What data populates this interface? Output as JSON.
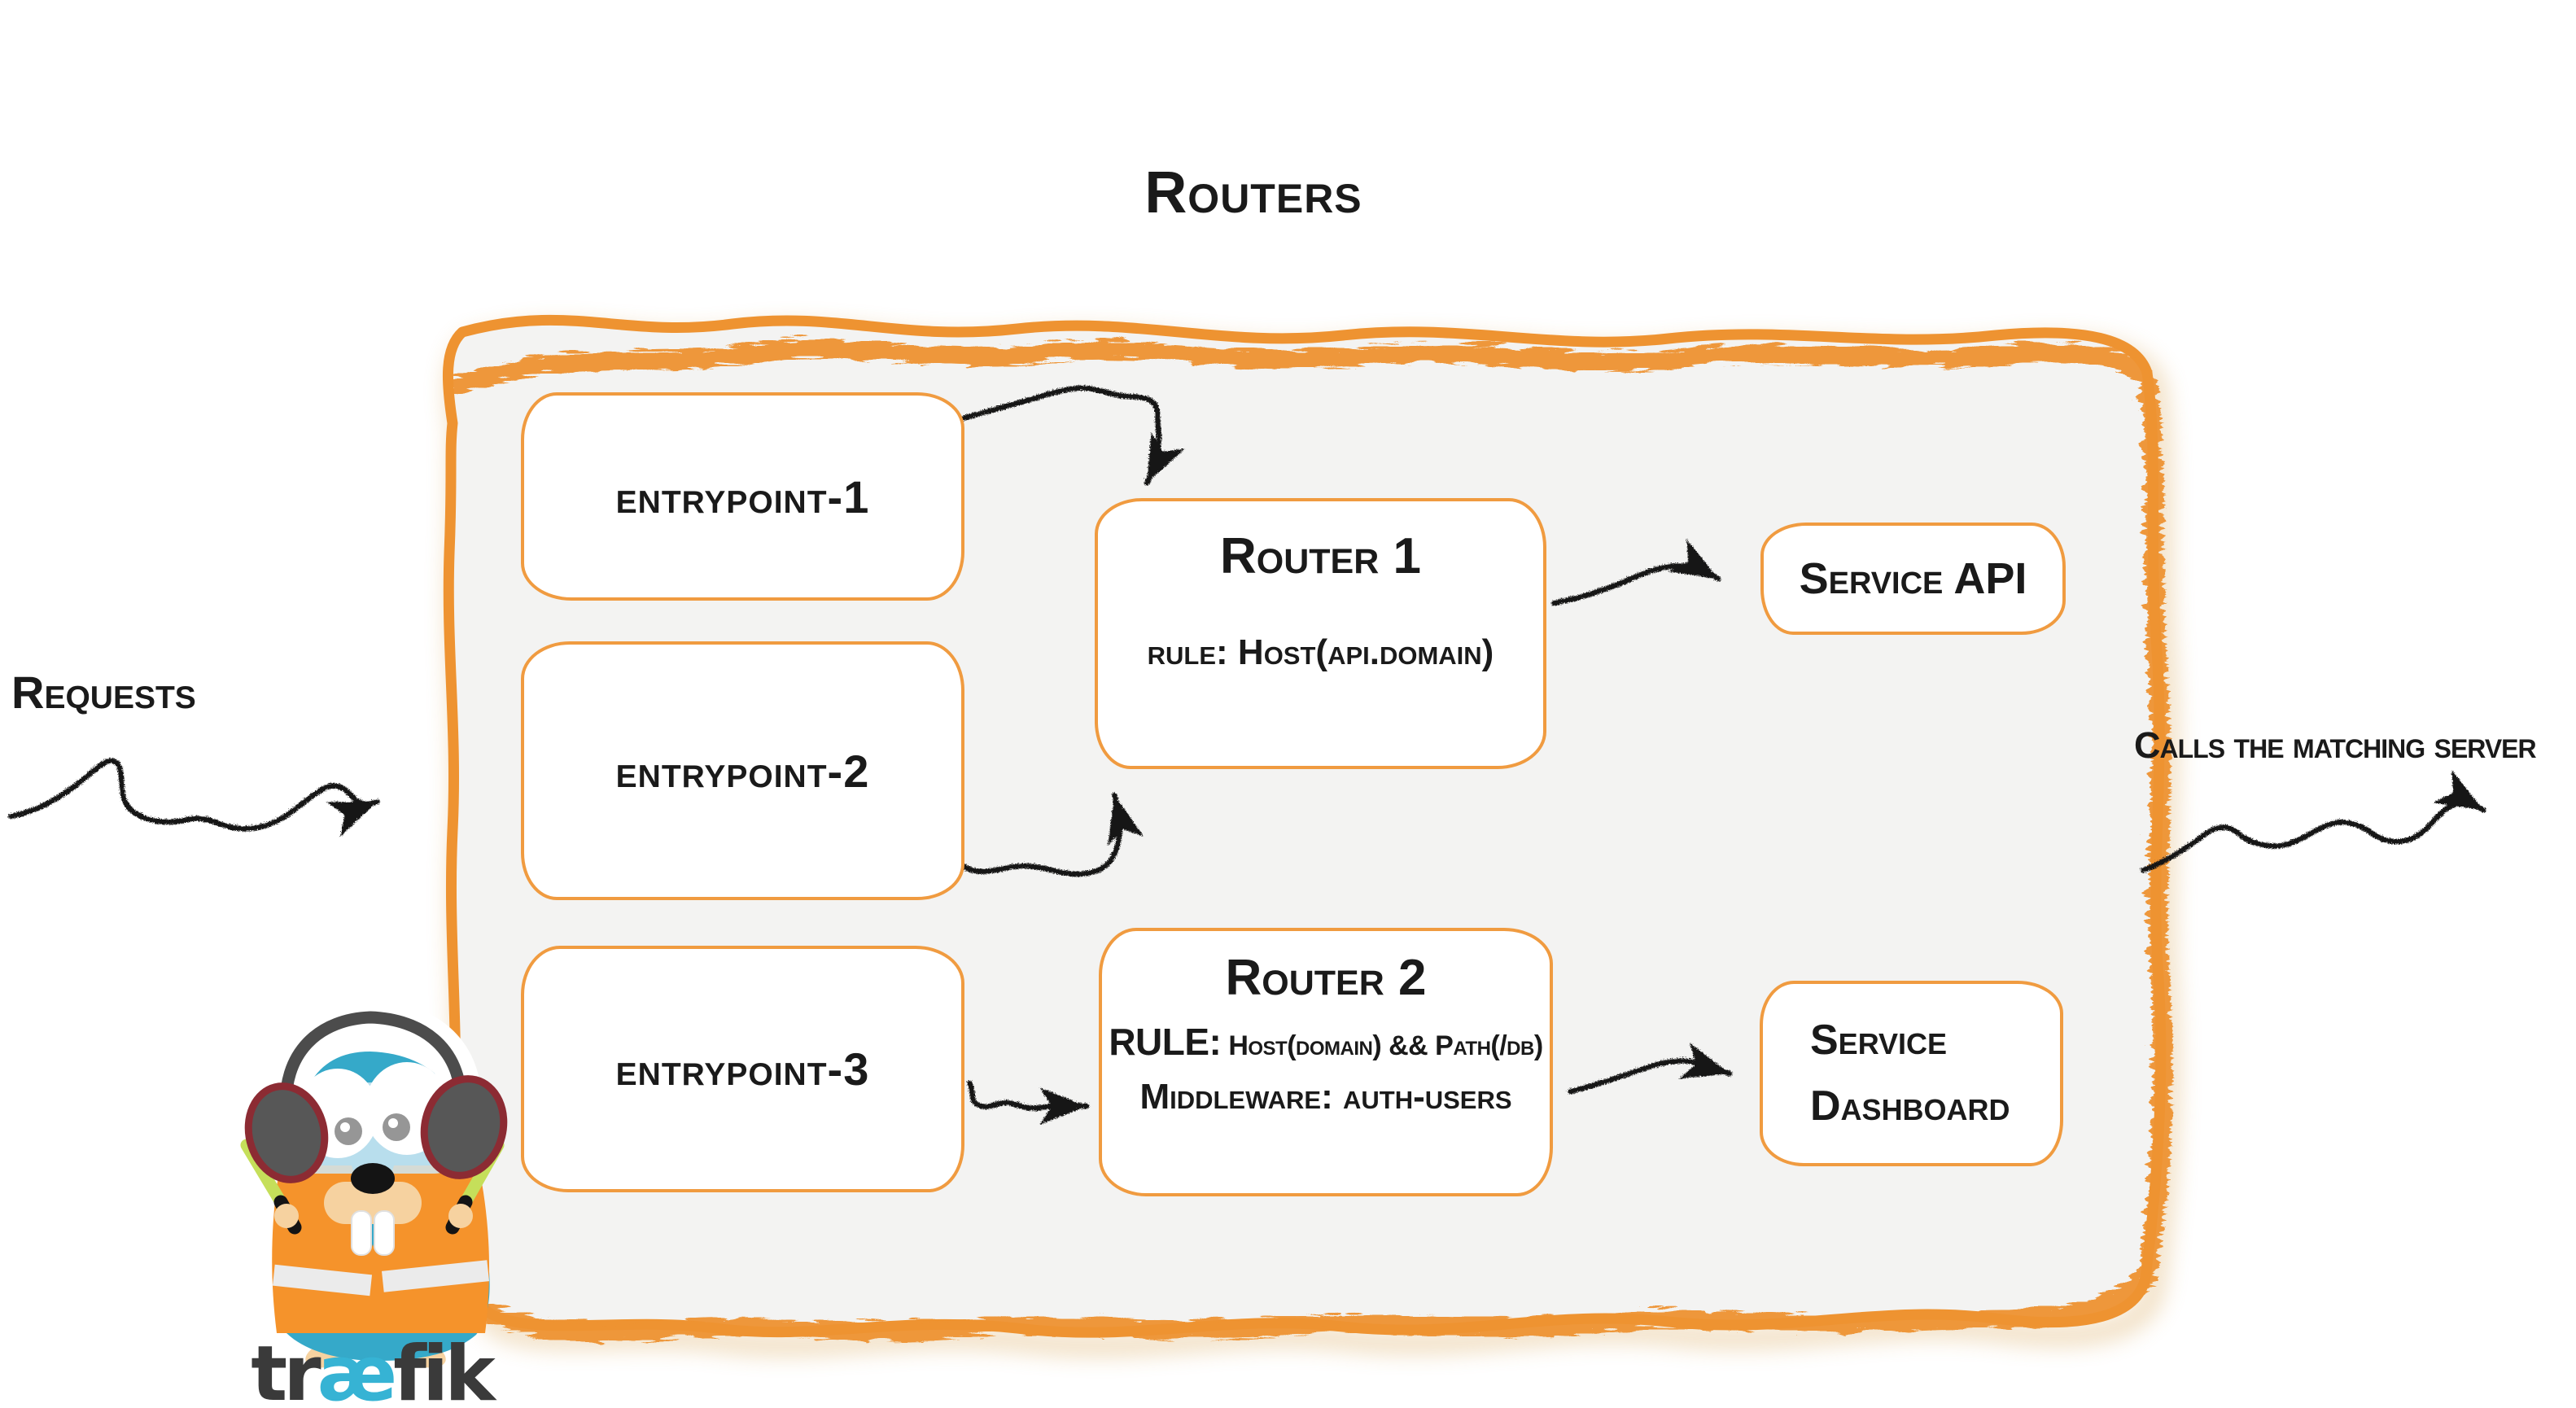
{
  "title": "Routers",
  "annotations": {
    "requests": "Requests",
    "calls": "Calls the matching server"
  },
  "entrypoints": [
    {
      "label": "entrypoint-1"
    },
    {
      "label": "entrypoint-2"
    },
    {
      "label": "entrypoint-3"
    }
  ],
  "routers": [
    {
      "title": "Router 1",
      "rule": "rule: Host(api.domain)"
    },
    {
      "title": "Router 2",
      "rule_label": "RULE:",
      "rule_value": "Host(domain) && Path(/db)",
      "middleware": "Middleware: auth-users"
    }
  ],
  "services": [
    {
      "label": "Service API"
    },
    {
      "lines": [
        "Service",
        "Dashboard"
      ]
    }
  ],
  "logo": {
    "parts": [
      "tr",
      "æ",
      "fik"
    ]
  },
  "colors": {
    "frame_orange": "#ee9331",
    "box_border": "#f09b40",
    "panel_fill": "#f3f3f2",
    "ink": "#1a1a1a",
    "gopher_teal": "#35a9c9",
    "vest_orange": "#f5932b",
    "stick_green": "#c5df5a",
    "headphone_gray": "#4c4c4c",
    "headphone_red": "#8c2b33",
    "wordmark_gray": "#3a3a3a",
    "wordmark_accent": "#36b3d4"
  }
}
